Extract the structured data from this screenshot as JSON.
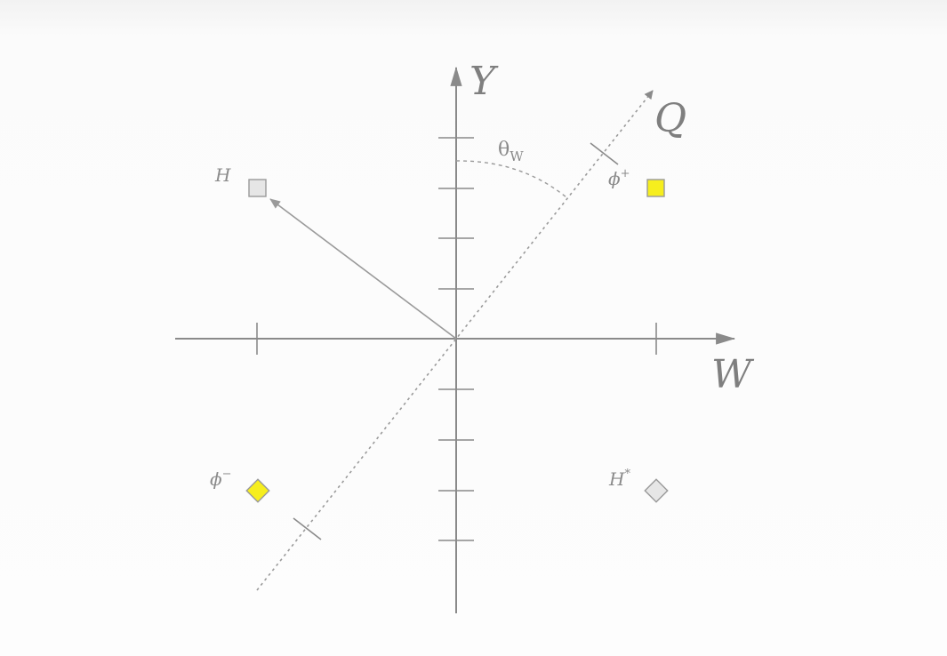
{
  "axes": {
    "x_label": "W",
    "y_label": "Y",
    "diagonal_label": "Q"
  },
  "angle": {
    "symbol": "θ",
    "subscript": "W"
  },
  "points": {
    "H": {
      "label": "H",
      "fill": "#e6e6e6",
      "stroke": "#9a9a9a"
    },
    "phi_plus": {
      "label": "ϕ",
      "sup": "+",
      "fill": "#f6ee1e",
      "stroke": "#9a9a9a"
    },
    "phi_minus": {
      "label": "ϕ",
      "sup": "−",
      "fill": "#f6ee1e",
      "stroke": "#9a9a9a"
    },
    "H_star": {
      "label": "H",
      "sup": "*",
      "fill": "#e6e6e6",
      "stroke": "#9a9a9a"
    }
  }
}
